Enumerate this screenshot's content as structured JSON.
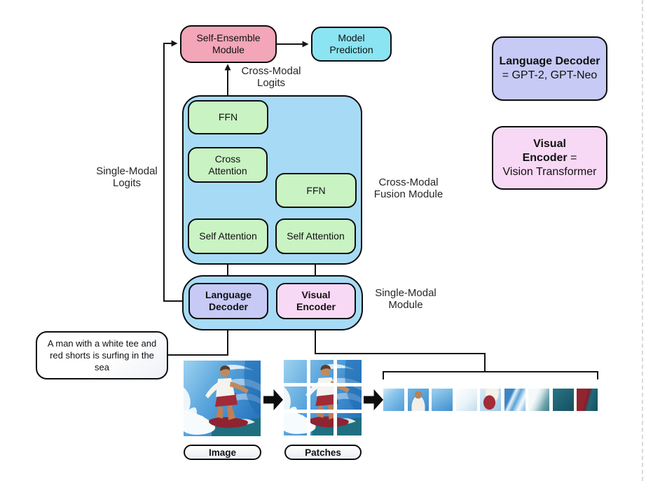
{
  "colors": {
    "pink_node": "#F2A6B8",
    "cyan_node": "#8BE4F2",
    "blue_container": "#A7DBF5",
    "green_node": "#C9F3C3",
    "purple_node": "#C7CAF5",
    "pink_light_node": "#F8D9F5",
    "line": "#141414"
  },
  "nodes": {
    "self_ensemble": "Self-Ensemble\nModule",
    "model_prediction": "Model\nPrediction",
    "ffn_language": "FFN",
    "cross_attention": "Cross\nAttention",
    "ffn_visual": "FFN",
    "self_attention_language": "Self Attention",
    "self_attention_visual": "Self Attention",
    "language_decoder": "Language\nDecoder",
    "visual_encoder": "Visual\nEncoder"
  },
  "labels": {
    "cross_modal_logits": "Cross-Modal\nLogits",
    "single_modal_logits": "Single-Modal\nLogits",
    "cross_modal_fusion": "Cross-Modal\nFusion Module",
    "single_modal": "Single-Modal\nModule"
  },
  "caption": "A man with a white tee and red shorts is surfing in the sea",
  "figure": {
    "image_label": "Image",
    "patches_label": "Patches",
    "strip_patches": [
      "sky-cloud",
      "surfer-head",
      "sky",
      "foam",
      "surfer-shorts",
      "wave-foam",
      "foam-teal",
      "dark-water",
      "board-water"
    ]
  },
  "legend": {
    "language_decoder": {
      "title": "Language Decoder",
      "detail": "= GPT-2, GPT-Neo"
    },
    "visual_encoder": {
      "line1": "Visual",
      "line2_bold": "Encoder",
      "line2_rest": " =",
      "line3": "Vision Transformer"
    }
  }
}
